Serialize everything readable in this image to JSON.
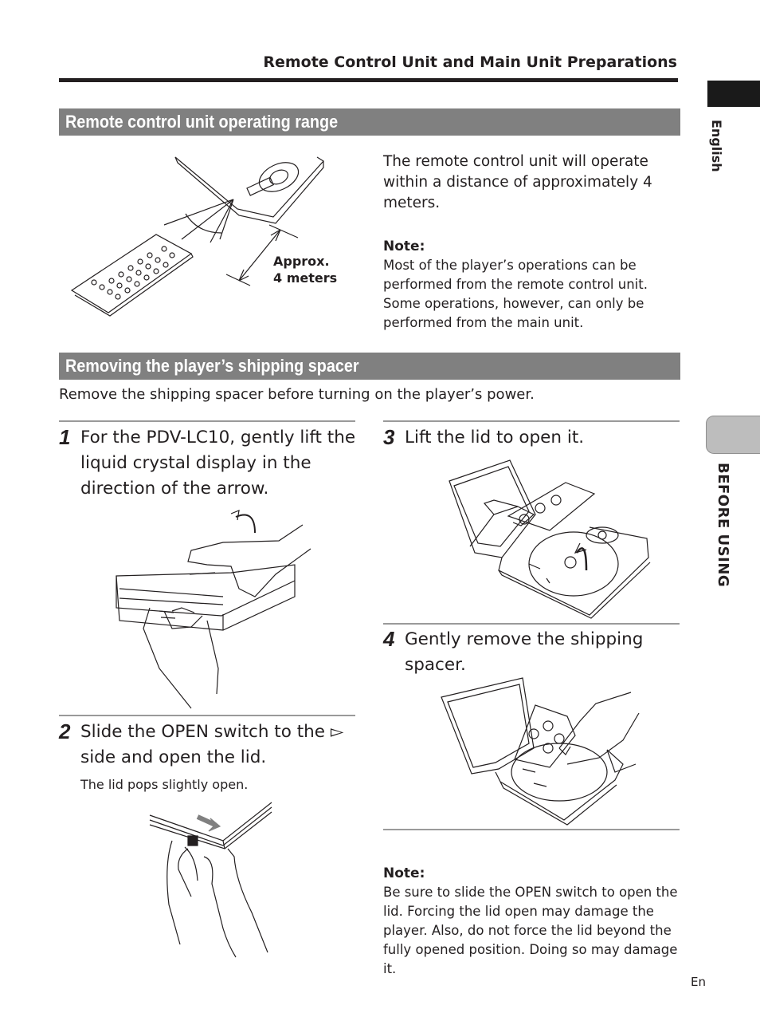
{
  "header": {
    "title": "Remote Control Unit and Main Unit Preparations"
  },
  "side_tabs": {
    "language": "English",
    "chapter": "BEFORE USING"
  },
  "section1": {
    "title": "Remote control unit operating range",
    "distance_label_1": "Approx.",
    "distance_label_2": "4 meters",
    "body": "The remote control unit will operate within a distance of approximately 4 meters.",
    "note_head": "Note:",
    "note_text": "Most of the player’s operations can be performed from the remote control unit. Some operations, however, can only be performed from the main unit."
  },
  "section2": {
    "title": "Removing the player’s shipping spacer",
    "intro": "Remove the shipping spacer before turning on the player’s power."
  },
  "steps": [
    {
      "num": "1",
      "text": "For the PDV-LC10, gently lift the liquid crystal display in the direction of the arrow."
    },
    {
      "num": "2",
      "text": "Slide the OPEN switch to the ▻ side and open the lid.",
      "sub": "The lid pops slightly open."
    },
    {
      "num": "3",
      "text": "Lift the lid to open it."
    },
    {
      "num": "4",
      "text": "Gently remove the shipping spacer."
    }
  ],
  "note2": {
    "head": "Note:",
    "text": "Be sure to slide the OPEN switch to open the lid.  Forcing the lid open may damage the player.  Also, do not force the lid beyond the fully opened position.  Doing so may damage it."
  },
  "footer": {
    "page_label": "En"
  },
  "icons": [
    "remote-range-illustration",
    "lcd-lift-illustration",
    "open-switch-illustration",
    "lid-open-illustration",
    "spacer-remove-illustration"
  ]
}
